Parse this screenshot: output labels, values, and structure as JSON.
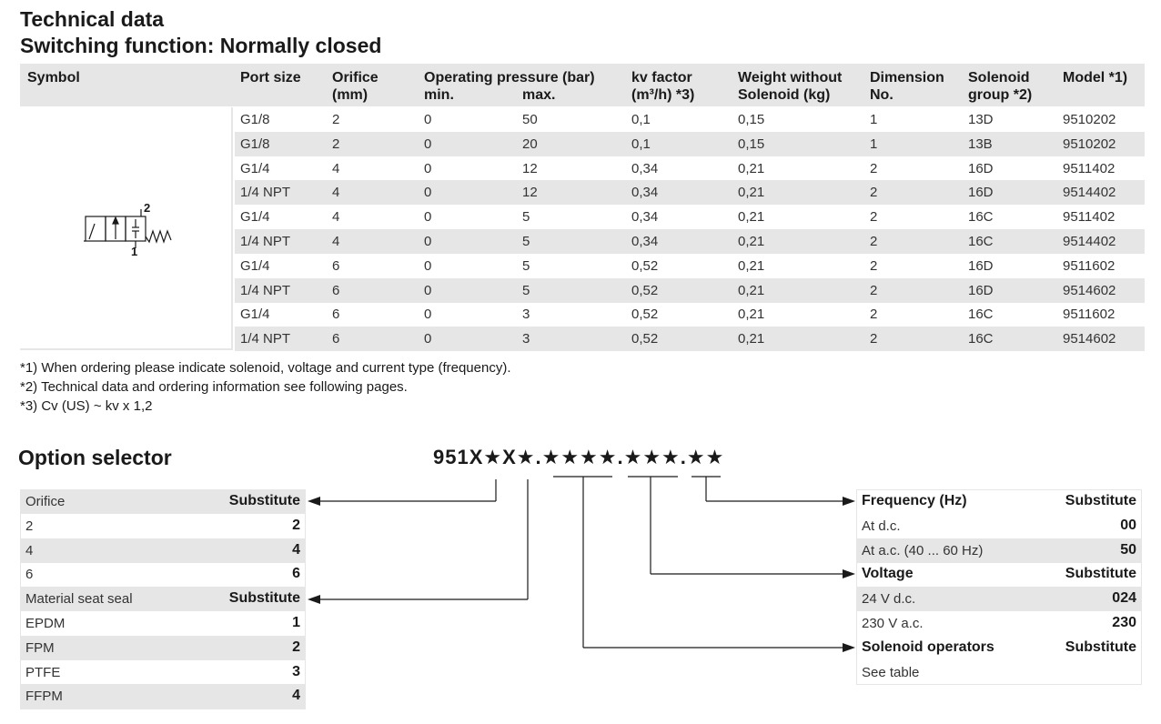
{
  "titles": {
    "main": "Technical data",
    "sub": "Switching function: Normally closed"
  },
  "table": {
    "headers": {
      "symbol": "Symbol",
      "port_size": "Port size",
      "orifice_1": "Orifice",
      "orifice_2": "(mm)",
      "pressure_1": "Operating pressure (bar)",
      "pressure_min": "min.",
      "pressure_max": "max.",
      "kv_1": "kv factor",
      "kv_2": "(m³/h) *3)",
      "weight_1": "Weight without",
      "weight_2": "Solenoid (kg)",
      "dim_1": "Dimension",
      "dim_2": "No.",
      "sol_1": "Solenoid",
      "sol_2": "group *2)",
      "model": "Model *1)"
    },
    "symbol_labels": {
      "port2": "2",
      "port1": "1"
    },
    "rows": [
      [
        "G1/8",
        "2",
        "0",
        "50",
        "0,1",
        "0,15",
        "1",
        "13D",
        "9510202"
      ],
      [
        "G1/8",
        "2",
        "0",
        "20",
        "0,1",
        "0,15",
        "1",
        "13B",
        "9510202"
      ],
      [
        "G1/4",
        "4",
        "0",
        "12",
        "0,34",
        "0,21",
        "2",
        "16D",
        "9511402"
      ],
      [
        "1/4 NPT",
        "4",
        "0",
        "12",
        "0,34",
        "0,21",
        "2",
        "16D",
        "9514402"
      ],
      [
        "G1/4",
        "4",
        "0",
        "5",
        "0,34",
        "0,21",
        "2",
        "16C",
        "9511402"
      ],
      [
        "1/4 NPT",
        "4",
        "0",
        "5",
        "0,34",
        "0,21",
        "2",
        "16C",
        "9514402"
      ],
      [
        "G1/4",
        "6",
        "0",
        "5",
        "0,52",
        "0,21",
        "2",
        "16D",
        "9511602"
      ],
      [
        "1/4 NPT",
        "6",
        "0",
        "5",
        "0,52",
        "0,21",
        "2",
        "16D",
        "9514602"
      ],
      [
        "G1/4",
        "6",
        "0",
        "3",
        "0,52",
        "0,21",
        "2",
        "16C",
        "9511602"
      ],
      [
        "1/4 NPT",
        "6",
        "0",
        "3",
        "0,52",
        "0,21",
        "2",
        "16C",
        "9514602"
      ]
    ]
  },
  "notes": [
    "*1) When ordering please indicate solenoid, voltage and current type (frequency).",
    "*2) Technical data and ordering information see following pages.",
    "*3) Cv (US) ~ kv x 1,2"
  ],
  "option_selector": {
    "title": "Option selector",
    "code": "951X★X★.★★★★.★★★.★★",
    "left": [
      {
        "label": "Orifice",
        "value": "Substitute",
        "header": true
      },
      {
        "label": "2",
        "value": "2"
      },
      {
        "label": "4",
        "value": "4"
      },
      {
        "label": "6",
        "value": "6"
      },
      {
        "label": "Material seat seal",
        "value": "Substitute",
        "header": true
      },
      {
        "label": "EPDM",
        "value": "1"
      },
      {
        "label": "FPM",
        "value": "2"
      },
      {
        "label": "PTFE",
        "value": "3"
      },
      {
        "label": "FFPM",
        "value": "4"
      }
    ],
    "right": [
      {
        "label": "Frequency (Hz)",
        "value": "Substitute",
        "header": true
      },
      {
        "label": "At d.c.",
        "value": "00"
      },
      {
        "label": "At a.c. (40 ... 60 Hz)",
        "value": "50"
      },
      {
        "label": "Voltage",
        "value": "Substitute",
        "header": true
      },
      {
        "label": "24 V d.c.",
        "value": "024"
      },
      {
        "label": "230 V a.c.",
        "value": "230"
      },
      {
        "label": "Solenoid operators",
        "value": "Substitute",
        "header": true
      },
      {
        "label": "See table",
        "value": ""
      }
    ]
  },
  "colors": {
    "shade": "#e6e6e6",
    "text": "#1a1a1a"
  }
}
